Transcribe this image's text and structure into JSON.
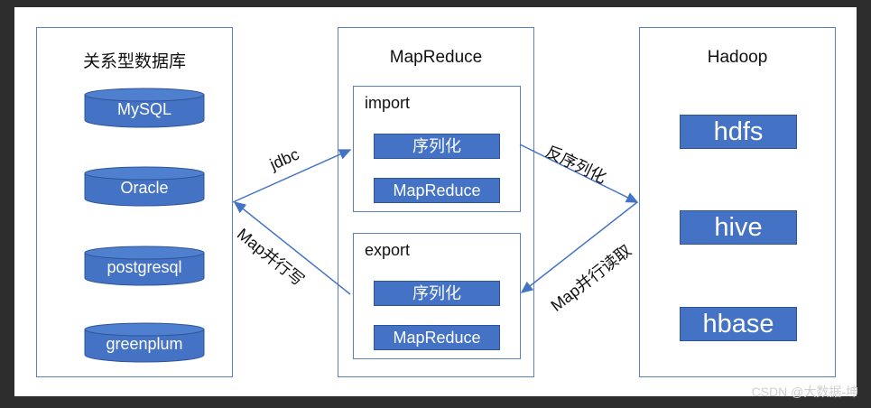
{
  "left_panel": {
    "title": "关系型数据库",
    "databases": [
      "MySQL",
      "Oracle",
      "postgresql",
      "greenplum"
    ]
  },
  "middle_panel": {
    "title": "MapReduce",
    "import_box": {
      "title": "import",
      "chips": [
        "序列化",
        "MapReduce"
      ]
    },
    "export_box": {
      "title": "export",
      "chips": [
        "序列化",
        "MapReduce"
      ]
    }
  },
  "right_panel": {
    "title": "Hadoop",
    "stores": [
      "hdfs",
      "hive",
      "hbase"
    ]
  },
  "arrows": {
    "jdbc": "jdbc",
    "map_parallel_write": "Map并行写",
    "deserialize": "反序列化",
    "map_parallel_read": "Map并行读取"
  },
  "watermark": "CSDN @大数据-坤",
  "colors": {
    "accent": "#4472c4",
    "border": "#5b7fc0",
    "background": "#2d2d2d"
  }
}
